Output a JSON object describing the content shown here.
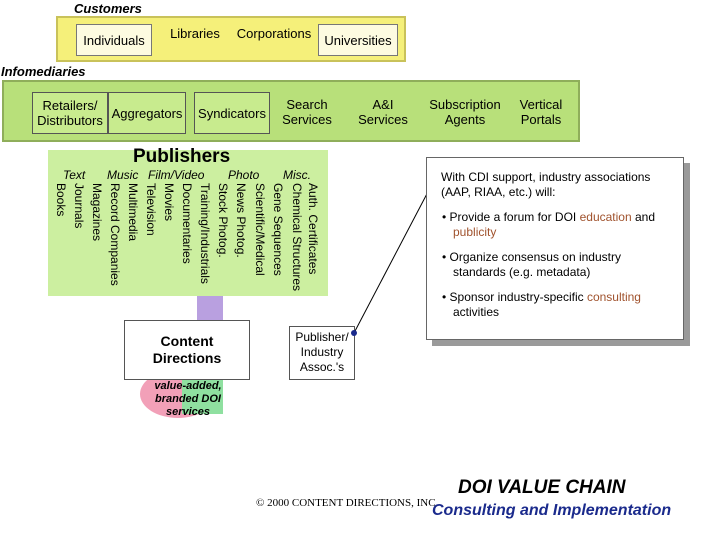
{
  "customers": {
    "title": "Customers",
    "items": [
      "Individuals",
      "Libraries",
      "Corporations",
      "Universities"
    ]
  },
  "infomediaries": {
    "title": "Infomediaries",
    "items": [
      "Retailers/ Distributors",
      "Aggregators",
      "Syndicators",
      "Search Services",
      "A&I Services",
      "Subscription Agents",
      "Vertical Portals"
    ]
  },
  "publishers": {
    "title": "Publishers",
    "categories": [
      "Text",
      "Music",
      "Film/Video",
      "Photo",
      "Misc."
    ],
    "columns": [
      "Auth. Certificates",
      "Chemical Structures",
      "Gene Sequences",
      "Scientific/Medical",
      "News Photog.",
      "Stock Photog.",
      "Training/Industrials",
      "Documentaries",
      "Movies",
      "Television",
      "Multimedia",
      "Record Companies",
      "Magazines",
      "Journals",
      "Books"
    ]
  },
  "content_directions": {
    "title": "Content Directions",
    "value_text": "value-added, branded DOI services"
  },
  "publisher_assoc": "Publisher/ Industry Assoc.'s",
  "callout": {
    "intro": "With CDI support, industry associations (AAP, RIAA, etc.) will:",
    "bullet1_a": "Provide a forum for DOI ",
    "bullet1_hl1": "education",
    "bullet1_b": " and ",
    "bullet1_hl2": "publicity",
    "bullet2": "Organize consensus on industry standards (e.g. metadata)",
    "bullet3_a": "Sponsor industry-specific ",
    "bullet3_hl": "consulting",
    "bullet3_b": " activities"
  },
  "footer": {
    "copyright": "© 2000 CONTENT DIRECTIONS, INC.",
    "title": "DOI VALUE CHAIN",
    "subtitle": "Consulting and Implementation"
  },
  "colors": {
    "customers_band": "#f5f07a",
    "infomediaries_band": "#b8e07a",
    "publishers_panel": "#ccefa0",
    "highlight": "#a0522d",
    "subtitle": "#1a2a8c"
  }
}
